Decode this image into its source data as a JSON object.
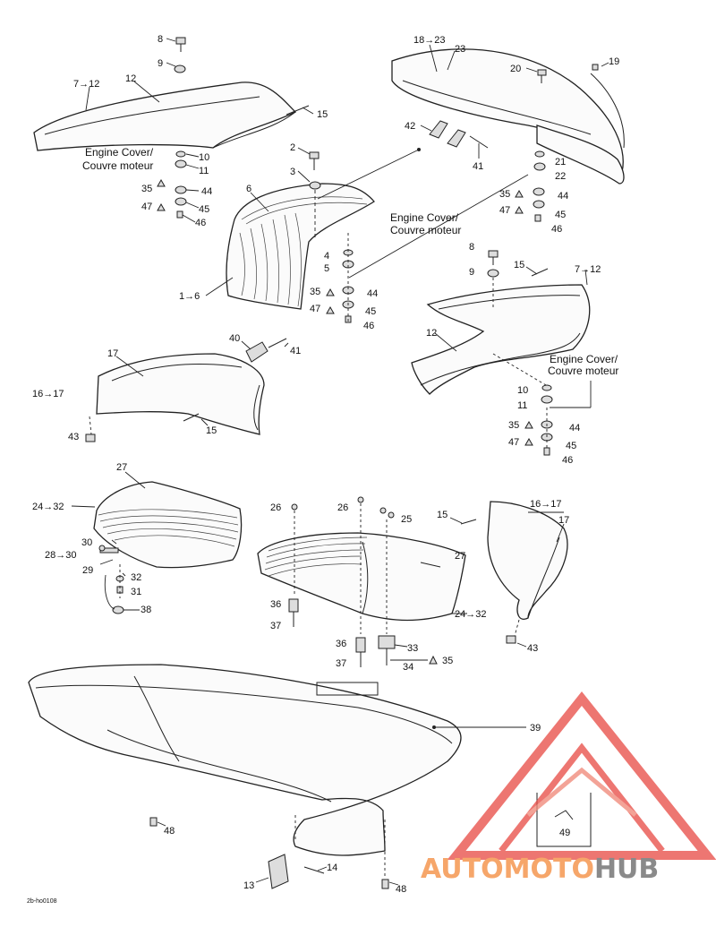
{
  "engine_cover_note": [
    "Engine Cover/",
    "Couvre moteur"
  ],
  "labels": {
    "l8a": "8",
    "l9a": "9",
    "l7_12a": "7→12",
    "l12a": "12",
    "l15a": "15",
    "l10a": "10",
    "l11a": "11",
    "l35a": "35",
    "l44a": "44",
    "l47a": "47",
    "l45a": "45",
    "l46a": "46",
    "l2": "2",
    "l3": "3",
    "l6": "6",
    "l1_6": "1→6",
    "l4": "4",
    "l5": "5",
    "l35b": "35",
    "l44b": "44",
    "l47b": "47",
    "l45b": "45",
    "l46b": "46",
    "l18_23": "18→23",
    "l23": "23",
    "l20": "20",
    "l19": "19",
    "l42": "42",
    "l41a": "41",
    "l21": "21",
    "l22": "22",
    "l35c": "35",
    "l44c": "44",
    "l47c": "47",
    "l45c": "45",
    "l46c": "46",
    "l8b": "8",
    "l9b": "9",
    "l15b": "15",
    "l7_12b": "7→12",
    "l12b": "12",
    "l10b": "10",
    "l11b": "11",
    "l35d": "35",
    "l44d": "44",
    "l47d": "47",
    "l45d": "45",
    "l46d": "46",
    "l40": "40",
    "l41b": "41",
    "l17a": "17",
    "l16_17a": "16→17",
    "l15c": "15",
    "l43a": "43",
    "l27a": "27",
    "l24_32a": "24→32",
    "l30": "30",
    "l28_30": "28→30",
    "l29": "29",
    "l32": "32",
    "l31": "31",
    "l38": "38",
    "l26a": "26",
    "l26b": "26",
    "l25": "25",
    "l27b": "27",
    "l24_32b": "24→32",
    "l36a": "36",
    "l37a": "37",
    "l36b": "36",
    "l37b": "37",
    "l33": "33",
    "l34": "34",
    "l35e": "35",
    "l15d": "15",
    "l16_17b": "16→17",
    "l17b": "17",
    "l43b": "43",
    "l39": "39",
    "l48a": "48",
    "l49": "49",
    "l14": "14",
    "l13": "13",
    "l48b": "48"
  },
  "drawing_code": "2b-ho0108",
  "watermark": {
    "part1": "AUTO",
    "part2": "MOTO",
    "part3": "HUB",
    "color_main": "#f6a66a",
    "color_accent": "#8a8a8a",
    "triangle_color": "#e8504a"
  }
}
